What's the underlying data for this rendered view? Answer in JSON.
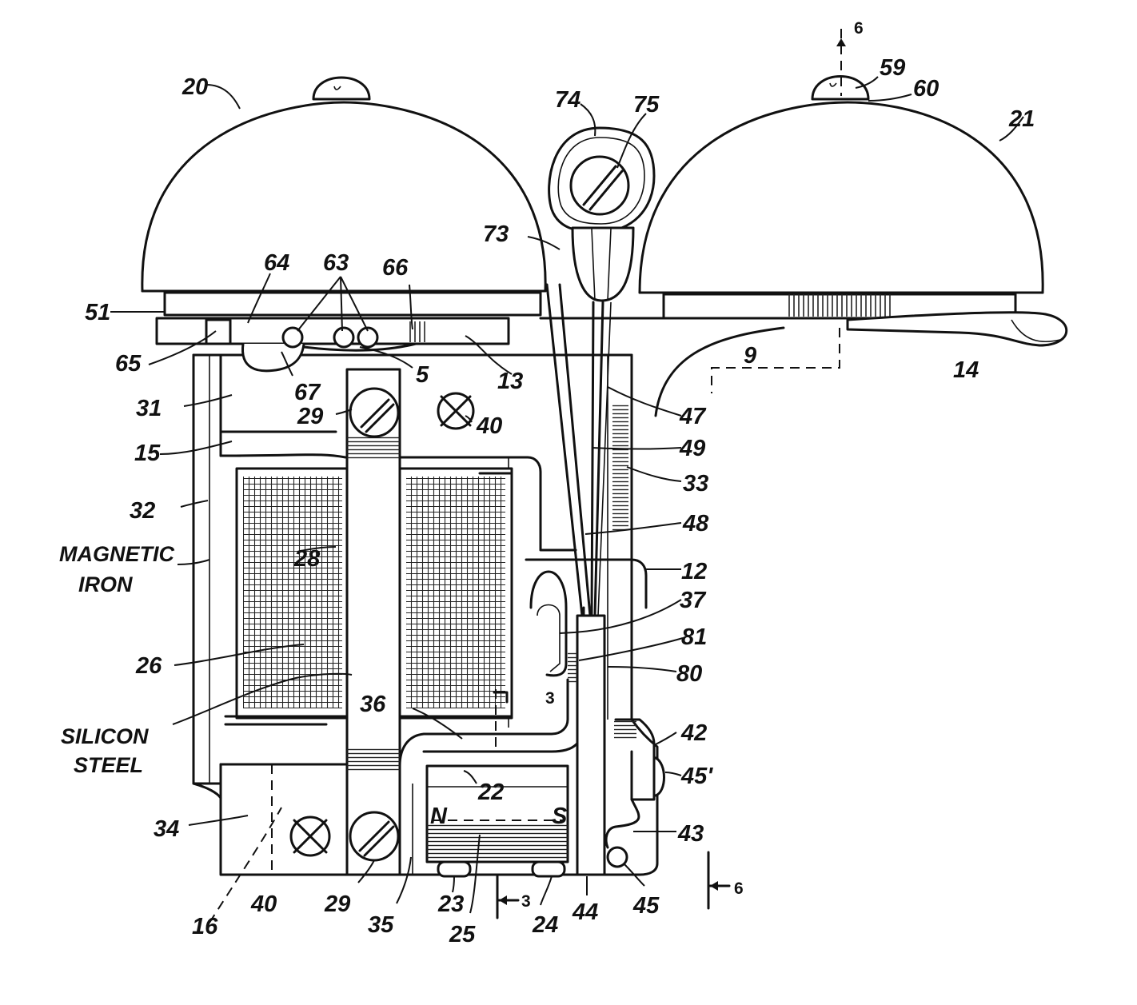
{
  "labels": {
    "l5": "5",
    "l6a": "6",
    "l6b": "6",
    "l3a": "3",
    "l3b": "3",
    "l9": "9",
    "l12": "12",
    "l13": "13",
    "l14": "14",
    "l15": "15",
    "l16": "16",
    "l20": "20",
    "l21": "21",
    "l22": "22",
    "l23": "23",
    "l24": "24",
    "l25": "25",
    "l26": "26",
    "l28": "28",
    "l29a": "29",
    "l29b": "29",
    "l31": "31",
    "l32": "32",
    "l33": "33",
    "l34": "34",
    "l35": "35",
    "l36": "36",
    "l37": "37",
    "l40a": "40",
    "l40b": "40",
    "l42": "42",
    "l43": "43",
    "l44": "44",
    "l45": "45",
    "l45p": "45'",
    "l47": "47",
    "l48": "48",
    "l49": "49",
    "l51": "51",
    "l59": "59",
    "l60": "60",
    "l63": "63",
    "l64": "64",
    "l65": "65",
    "l66": "66",
    "l67": "67",
    "l73": "73",
    "l74": "74",
    "l75": "75",
    "l80": "80",
    "l81": "81",
    "n": "N",
    "s": "S"
  },
  "material_labels": {
    "magnetic_1": "MAGNETIC",
    "magnetic_2": "IRON",
    "silicon_1": "SILICON",
    "silicon_2": "STEEL"
  }
}
